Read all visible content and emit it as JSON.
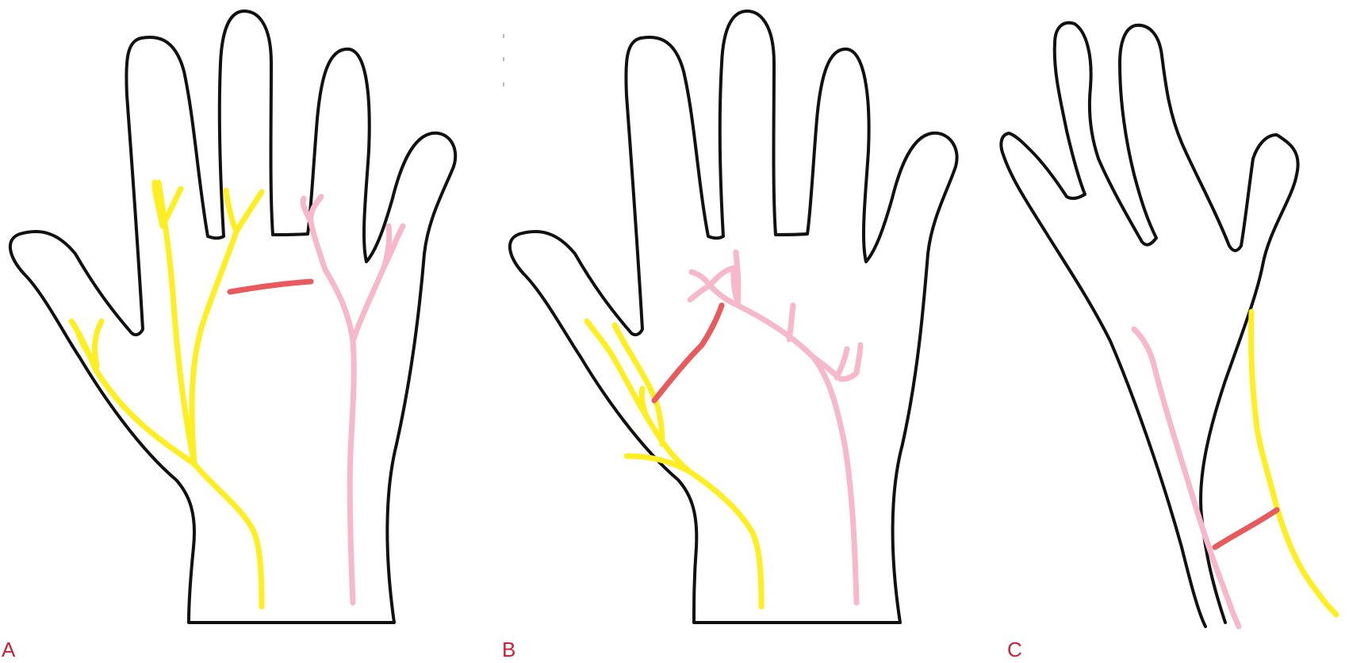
{
  "panels": [
    {
      "label": "A"
    },
    {
      "label": "B"
    },
    {
      "label": "C"
    }
  ],
  "colors": {
    "outline": "#111111",
    "median_nerve": "#ffee22",
    "ulnar_nerve": "#f7b8cb",
    "communicating_branch": "#e85a5c",
    "label": "#cc2233"
  },
  "icons": {
    "median_nerve": "yellow-line",
    "ulnar_nerve": "pink-line",
    "communicating_branch": "red-line"
  }
}
